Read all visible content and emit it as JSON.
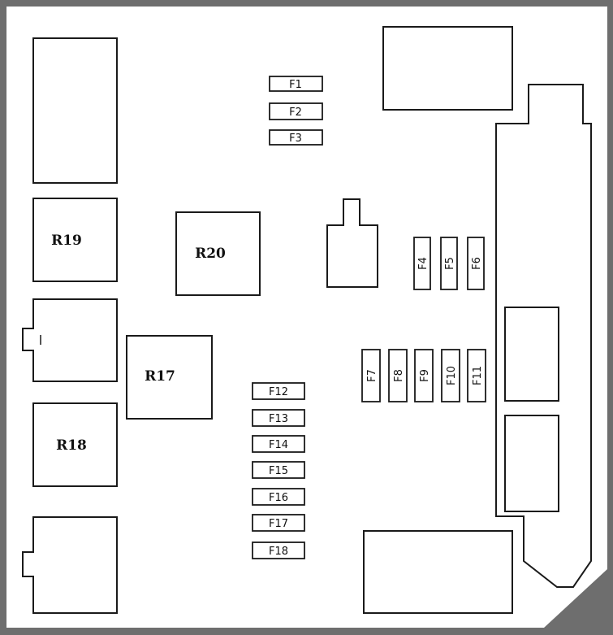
{
  "relays": {
    "r17": "R17",
    "r18": "R18",
    "r19": "R19",
    "r20": "R20"
  },
  "fuses": {
    "f1": "F1",
    "f2": "F2",
    "f3": "F3",
    "f4": "F4",
    "f5": "F5",
    "f6": "F6",
    "f7": "F7",
    "f8": "F8",
    "f9": "F9",
    "f10": "F10",
    "f11": "F11",
    "f12": "F12",
    "f13": "F13",
    "f14": "F14",
    "f15": "F15",
    "f16": "F16",
    "f17": "F17",
    "f18": "F18"
  },
  "colors": {
    "frame": "#6e6e6e",
    "line": "#1a1a1a",
    "background": "#ffffff"
  }
}
